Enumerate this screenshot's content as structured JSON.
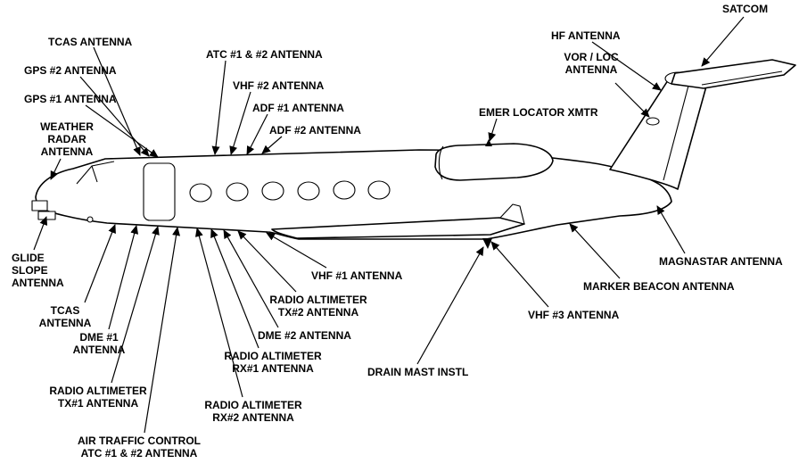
{
  "diagram": {
    "labels": [
      {
        "id": "satcom",
        "text": "SATCOM"
      },
      {
        "id": "hf-antenna",
        "text": "HF ANTENNA"
      },
      {
        "id": "vor-loc-antenna",
        "text": "VOR / LOC\nANTENNA"
      },
      {
        "id": "emer-locator-xmtr",
        "text": "EMER LOCATOR XMTR"
      },
      {
        "id": "tcas-antenna-top",
        "text": "TCAS ANTENNA"
      },
      {
        "id": "gps-2-antenna",
        "text": "GPS #2 ANTENNA"
      },
      {
        "id": "gps-1-antenna",
        "text": "GPS #1 ANTENNA"
      },
      {
        "id": "weather-radar-antenna",
        "text": "WEATHER\nRADAR\nANTENNA"
      },
      {
        "id": "atc-1-2-antenna-top",
        "text": "ATC #1 & #2 ANTENNA"
      },
      {
        "id": "vhf-2-antenna",
        "text": "VHF #2 ANTENNA"
      },
      {
        "id": "adf-1-antenna",
        "text": "ADF #1 ANTENNA"
      },
      {
        "id": "adf-2-antenna",
        "text": "ADF #2 ANTENNA"
      },
      {
        "id": "glide-slope-antenna",
        "text": "GLIDE\nSLOPE\nANTENNA"
      },
      {
        "id": "tcas-antenna-bottom",
        "text": "TCAS\nANTENNA"
      },
      {
        "id": "dme-1-antenna",
        "text": "DME #1\nANTENNA"
      },
      {
        "id": "radio-altimeter-tx1",
        "text": "RADIO ALTIMETER\nTX#1 ANTENNA"
      },
      {
        "id": "air-traffic-control",
        "text": "AIR TRAFFIC CONTROL\nATC #1 & #2 ANTENNA"
      },
      {
        "id": "radio-altimeter-rx2",
        "text": "RADIO ALTIMETER\nRX#2 ANTENNA"
      },
      {
        "id": "radio-altimeter-rx1",
        "text": "RADIO ALTIMETER\nRX#1 ANTENNA"
      },
      {
        "id": "dme-2-antenna",
        "text": "DME #2 ANTENNA"
      },
      {
        "id": "radio-altimeter-tx2",
        "text": "RADIO ALTIMETER\nTX#2 ANTENNA"
      },
      {
        "id": "vhf-1-antenna",
        "text": "VHF #1 ANTENNA"
      },
      {
        "id": "drain-mast-instl",
        "text": "DRAIN MAST INSTL"
      },
      {
        "id": "vhf-3-antenna",
        "text": "VHF #3 ANTENNA"
      },
      {
        "id": "marker-beacon-antenna",
        "text": "MARKER BEACON ANTENNA"
      },
      {
        "id": "magnastar-antenna",
        "text": "MAGNASTAR ANTENNA"
      }
    ],
    "colors": {
      "line": "#000000",
      "background": "#ffffff"
    }
  }
}
